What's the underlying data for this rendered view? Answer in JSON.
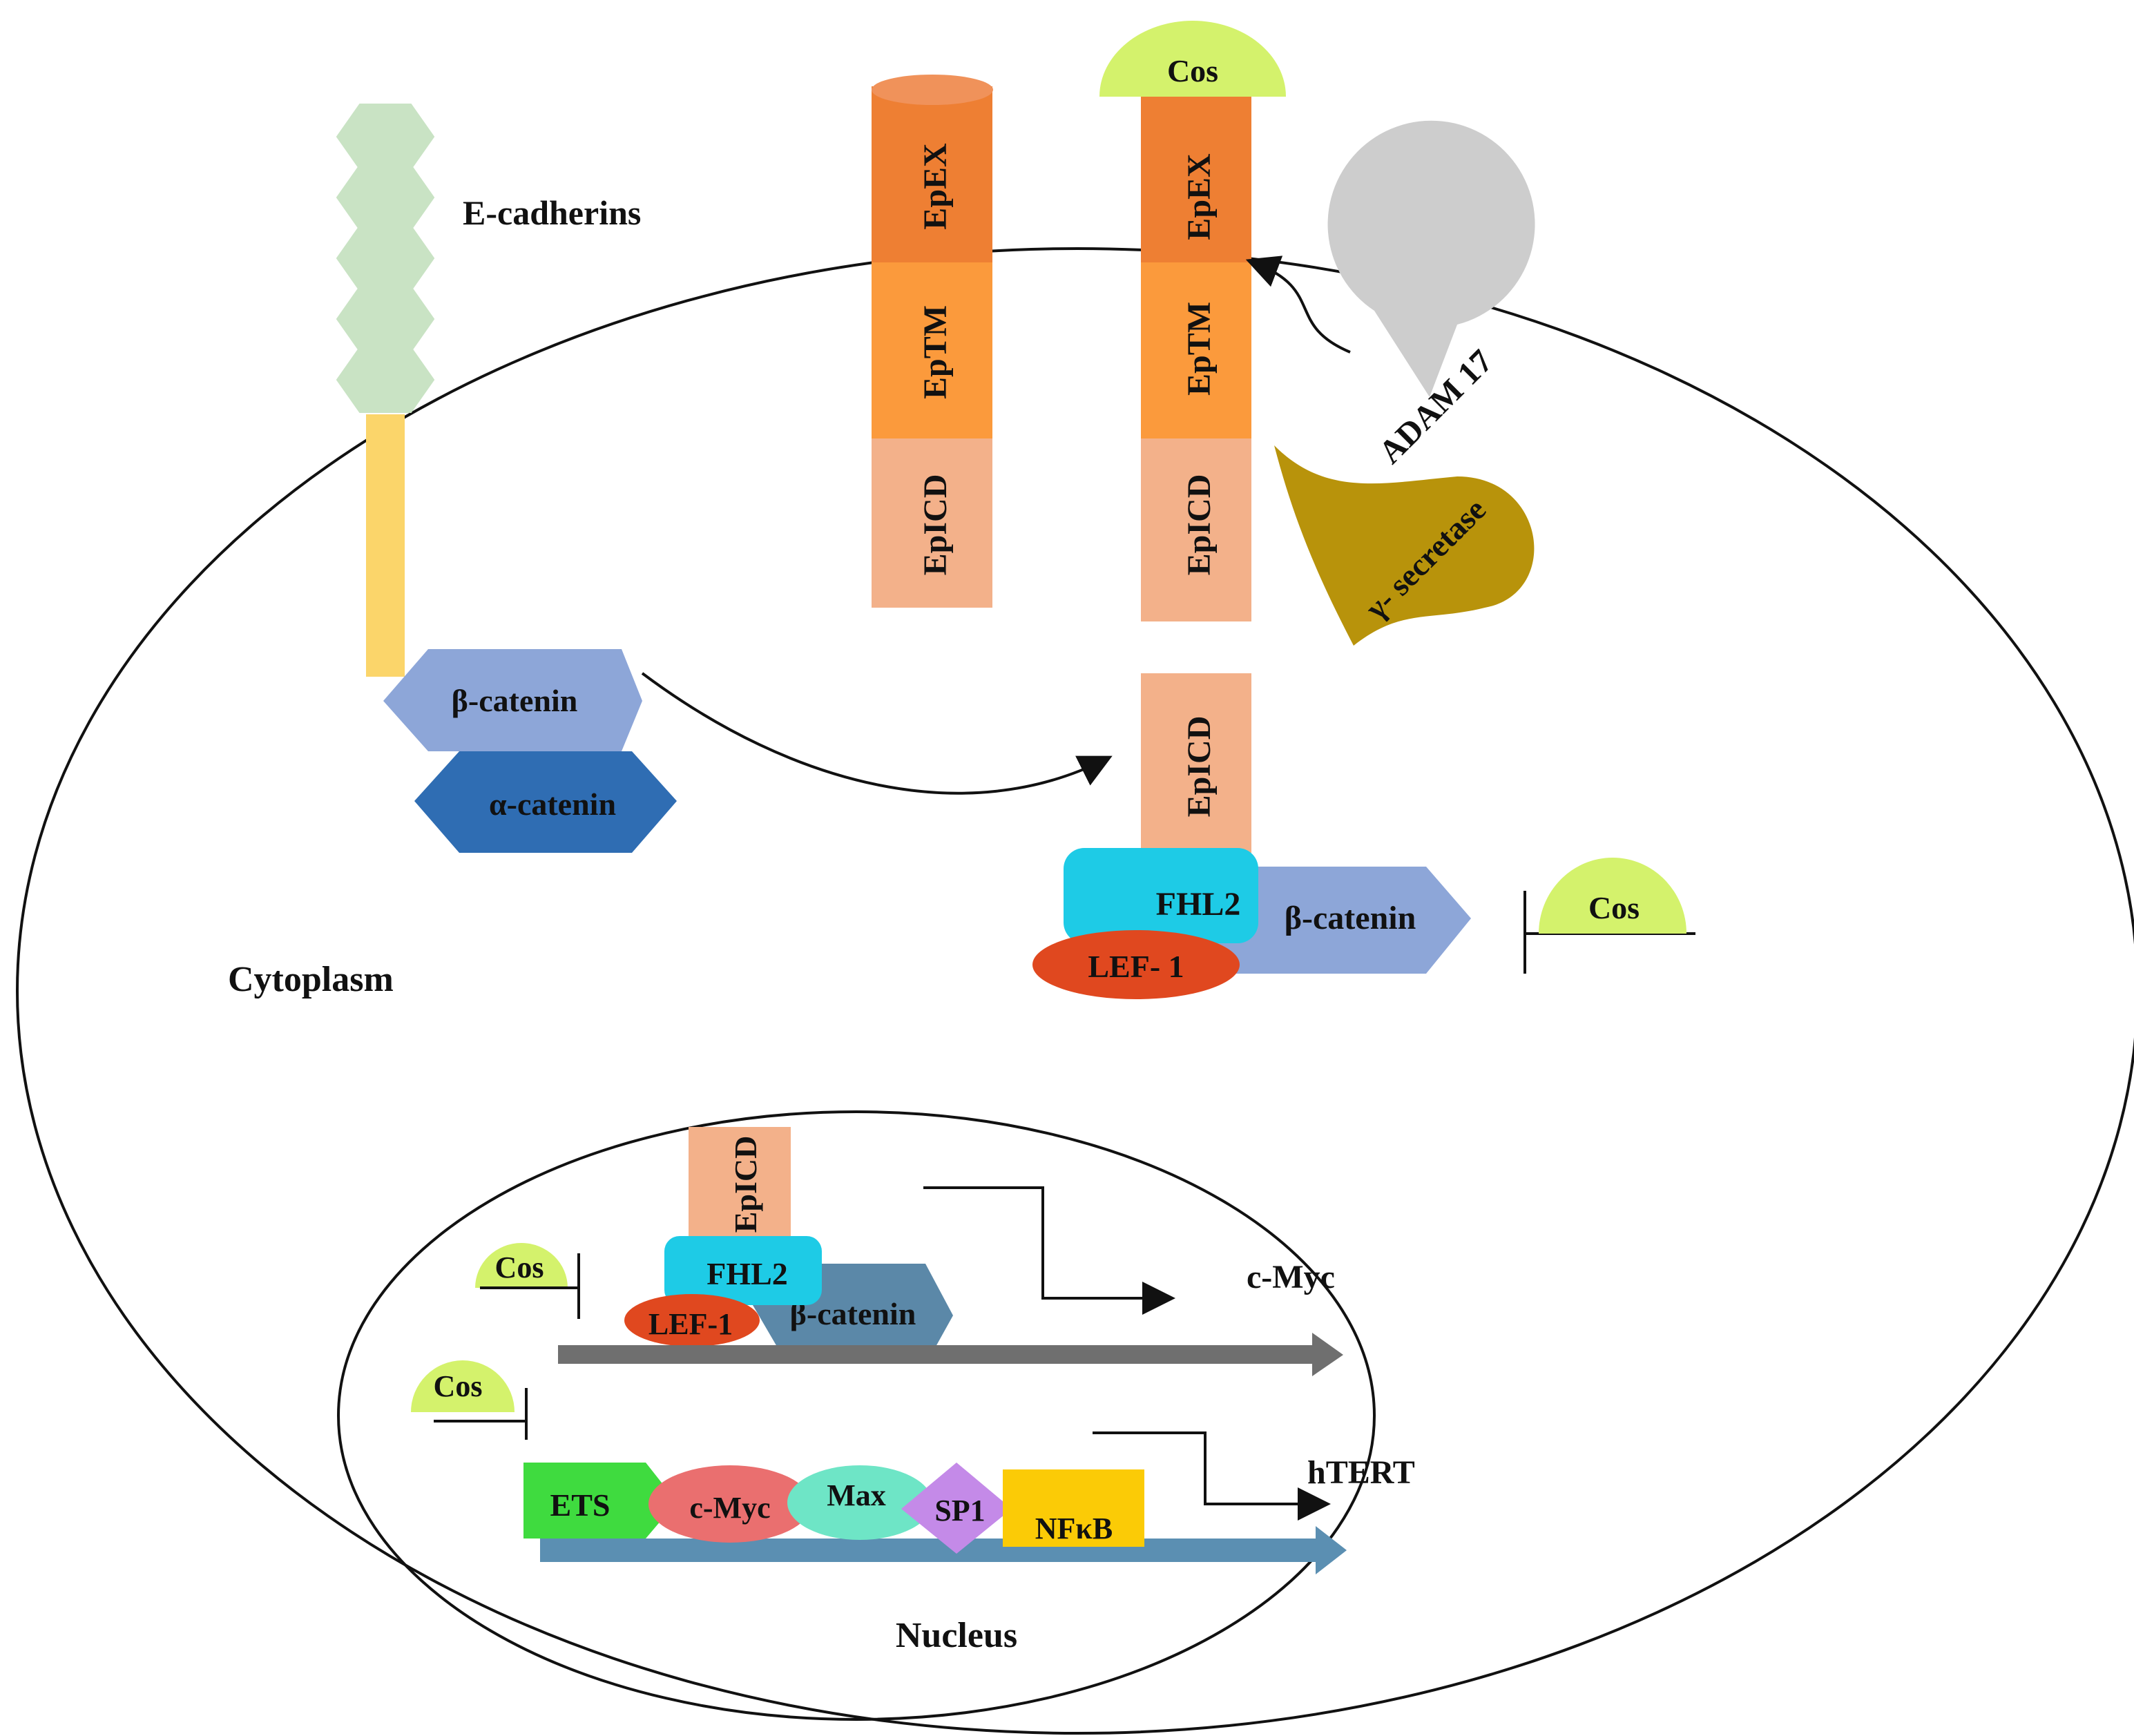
{
  "labels": {
    "e_cadherins": "E-cadherins",
    "cytoplasm": "Cytoplasm",
    "nucleus": "Nucleus",
    "beta_catenin": "β-catenin",
    "alpha_catenin": "α-catenin",
    "epex": "EpEX",
    "eptm": "EpTM",
    "epicd": "EpICD",
    "cos": "Cos",
    "adam17": "ADAM 17",
    "gamma_secretase": "γ- secretase",
    "fhl2": "FHL2",
    "lef1_cyto": "LEF- 1",
    "lef1_nuc": "LEF-1",
    "c_myc": "c-Myc",
    "htert": "hTERT",
    "ets": "ETS",
    "max": "Max",
    "sp1": "SP1",
    "nfkb": "NFκB"
  },
  "colors": {
    "cadherin_hex": "#c9e3c4",
    "cadherin_stalk": "#fbd56a",
    "beta_catenin": "#8da6d8",
    "beta_catenin_nucleus": "#5b88a8",
    "alpha_catenin": "#2f6db3",
    "epex": "#ee7f33",
    "eptm": "#fb9a3c",
    "epicd": "#f3b18a",
    "cos": "#d4f26c",
    "adam17": "#cdcdcd",
    "gamma_secretase": "#b8930b",
    "fhl2": "#1ecbe6",
    "lef1": "#e0481f",
    "grey_arrow": "#6f6f6f",
    "blue_arrow": "#5b8fb2",
    "ets": "#3fdb3f",
    "c_myc_box": "#ea6f6f",
    "max": "#6ee5c6",
    "sp1": "#c48ae8",
    "nfkb": "#fbcb06"
  },
  "icons": {
    "cadherin_ectodomain": "hexagon-chain-icon",
    "membrane": "ellipse-membrane",
    "arrow": "curved-arrow-icon",
    "inhibition": "t-bar-inhibitor-icon"
  }
}
